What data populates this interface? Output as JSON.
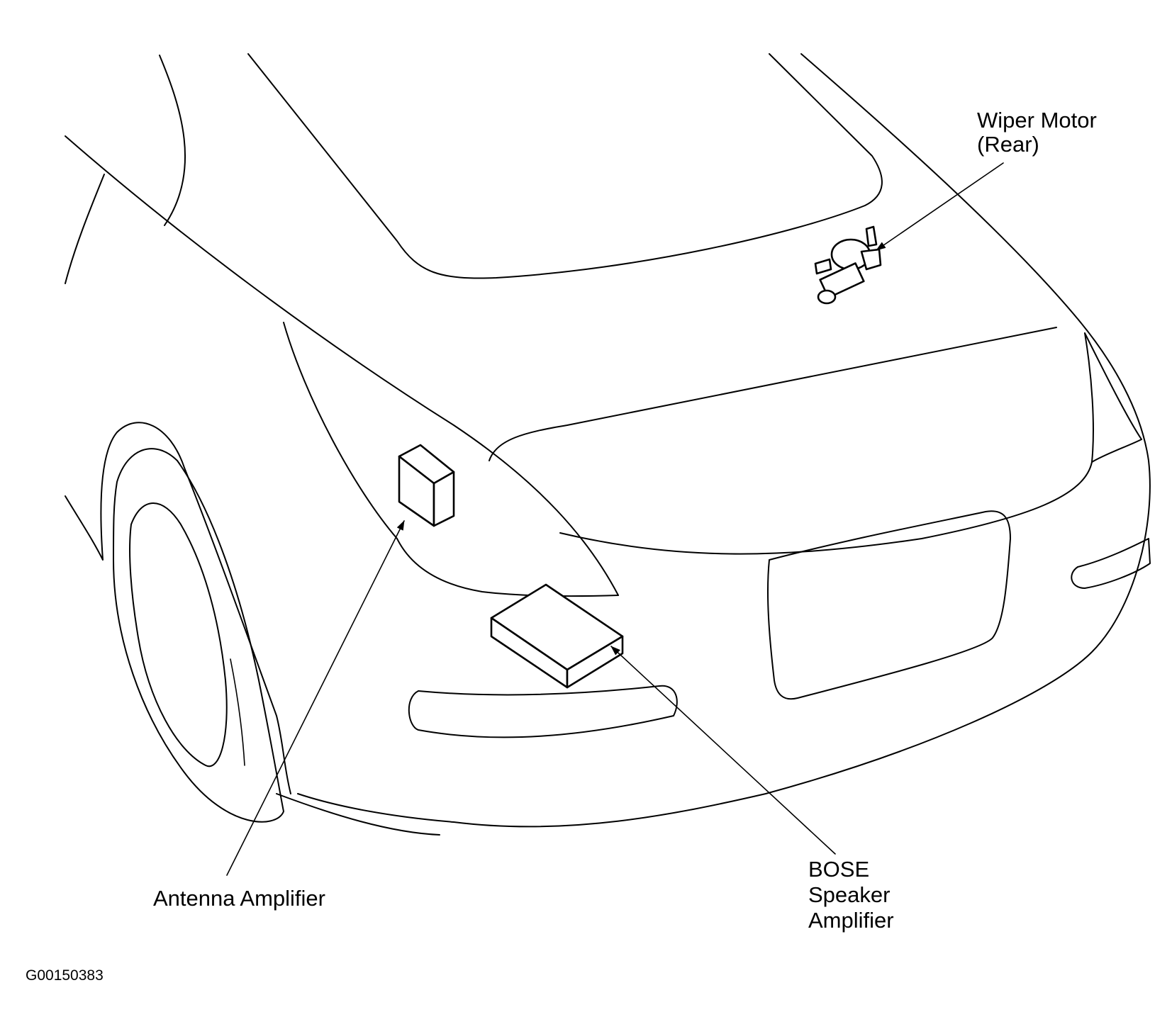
{
  "labels": {
    "wiper_motor": [
      "Wiper Motor",
      "(Rear)"
    ],
    "antenna_amplifier": [
      "Antenna Amplifier"
    ],
    "bose_speaker_amplifier": [
      "BOSE",
      "Speaker",
      "Amplifier"
    ]
  },
  "figure_code": "G00150383",
  "icons": [
    "wiper-motor-icon",
    "antenna-amplifier-icon",
    "bose-speaker-amplifier-icon",
    "leader-arrow-icon"
  ]
}
